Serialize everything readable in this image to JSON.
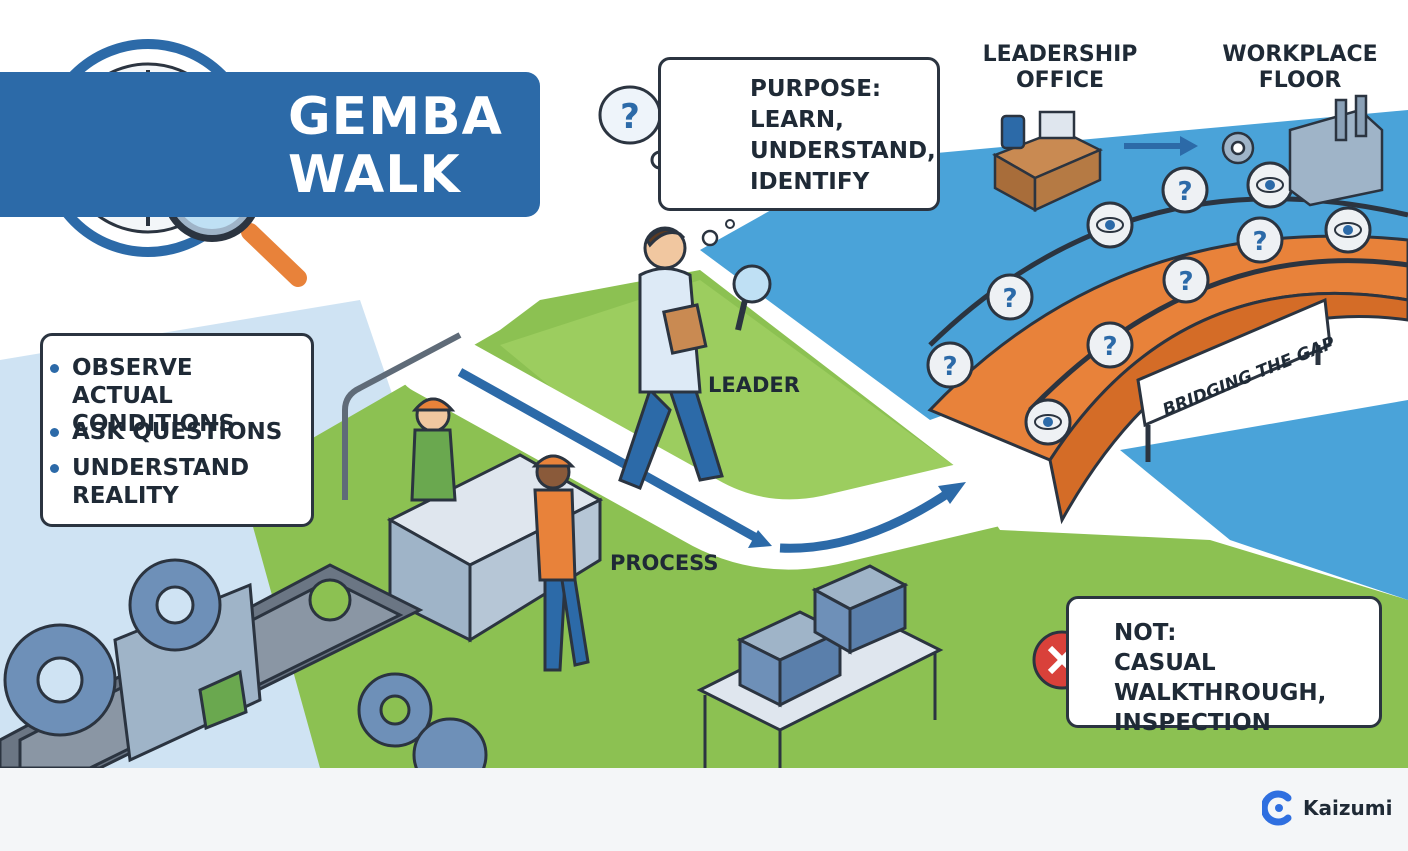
{
  "title": {
    "line1": "GEMBA",
    "line2": "WALK"
  },
  "purpose": {
    "heading": "PURPOSE:",
    "line1": "LEARN,",
    "line2": "UNDERSTAND,",
    "line3": "IDENTIFY"
  },
  "leadership_office_label": {
    "line1": "LEADERSHIP",
    "line2": "OFFICE"
  },
  "workplace_floor_label": {
    "line1": "WORKPLACE",
    "line2": "FLOOR"
  },
  "actions": [
    {
      "line1": "OBSERVE ACTUAL",
      "line2": "CONDITIONS"
    },
    {
      "line1": "ASK QUESTIONS"
    },
    {
      "line1": "UNDERSTAND",
      "line2": "REALITY"
    }
  ],
  "map_labels": {
    "leader": "LEADER",
    "process": "PROCESS"
  },
  "bridge_sign": "BRIDGING THE GAP",
  "not_box": {
    "heading": "NOT:",
    "line1": "CASUAL WALKTHROUGH,",
    "line2": "INSPECTION"
  },
  "brand": "Kaizumi",
  "colors": {
    "banner": "#2c6aa8",
    "path_green": "#8cc152",
    "bridge": "#e8823a",
    "water": "#4aa3d9",
    "x_red": "#d9413a"
  },
  "icons": [
    "compass-icon",
    "magnifier-icon",
    "question-bubble-icon",
    "lightbulb-icon",
    "eye-icon",
    "question-mark-icon",
    "x-icon",
    "gear-icon",
    "arrow-right-icon"
  ]
}
